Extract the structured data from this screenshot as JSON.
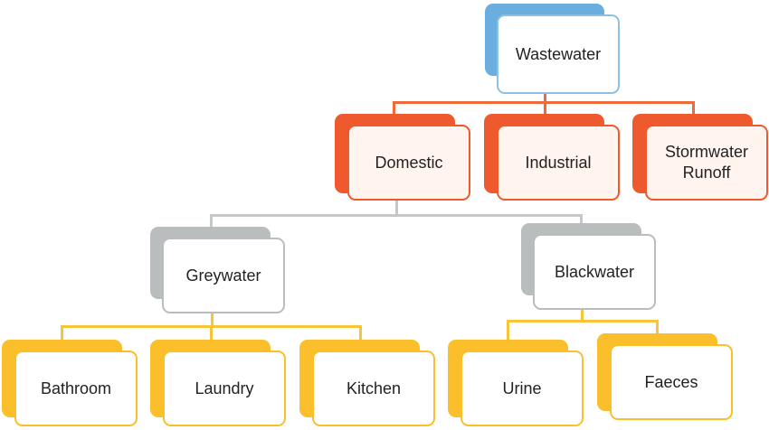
{
  "colors": {
    "level0_back": "#6AAEDF",
    "level0_border": "#8DC0E6",
    "level1_back": "#EE5A2E",
    "level1_border": "#EE5A2E",
    "level1_fill": "#FFF4EE",
    "level2_back": "#B9BDBD",
    "level2_border": "#B9BDBD",
    "level3_back": "#FBBF2B",
    "level3_border": "#FBBF2B",
    "connector_orange": "#EE6A3A",
    "connector_gray": "#C4C8C8",
    "connector_yellow": "#F9C33A"
  },
  "nodes": {
    "wastewater": "Wastewater",
    "domestic": "Domestic",
    "industrial": "Industrial",
    "stormwater": "Stormwater\nRunoff",
    "greywater": "Greywater",
    "blackwater": "Blackwater",
    "bathroom": "Bathroom",
    "laundry": "Laundry",
    "kitchen": "Kitchen",
    "urine": "Urine",
    "faeces": "Faeces"
  }
}
